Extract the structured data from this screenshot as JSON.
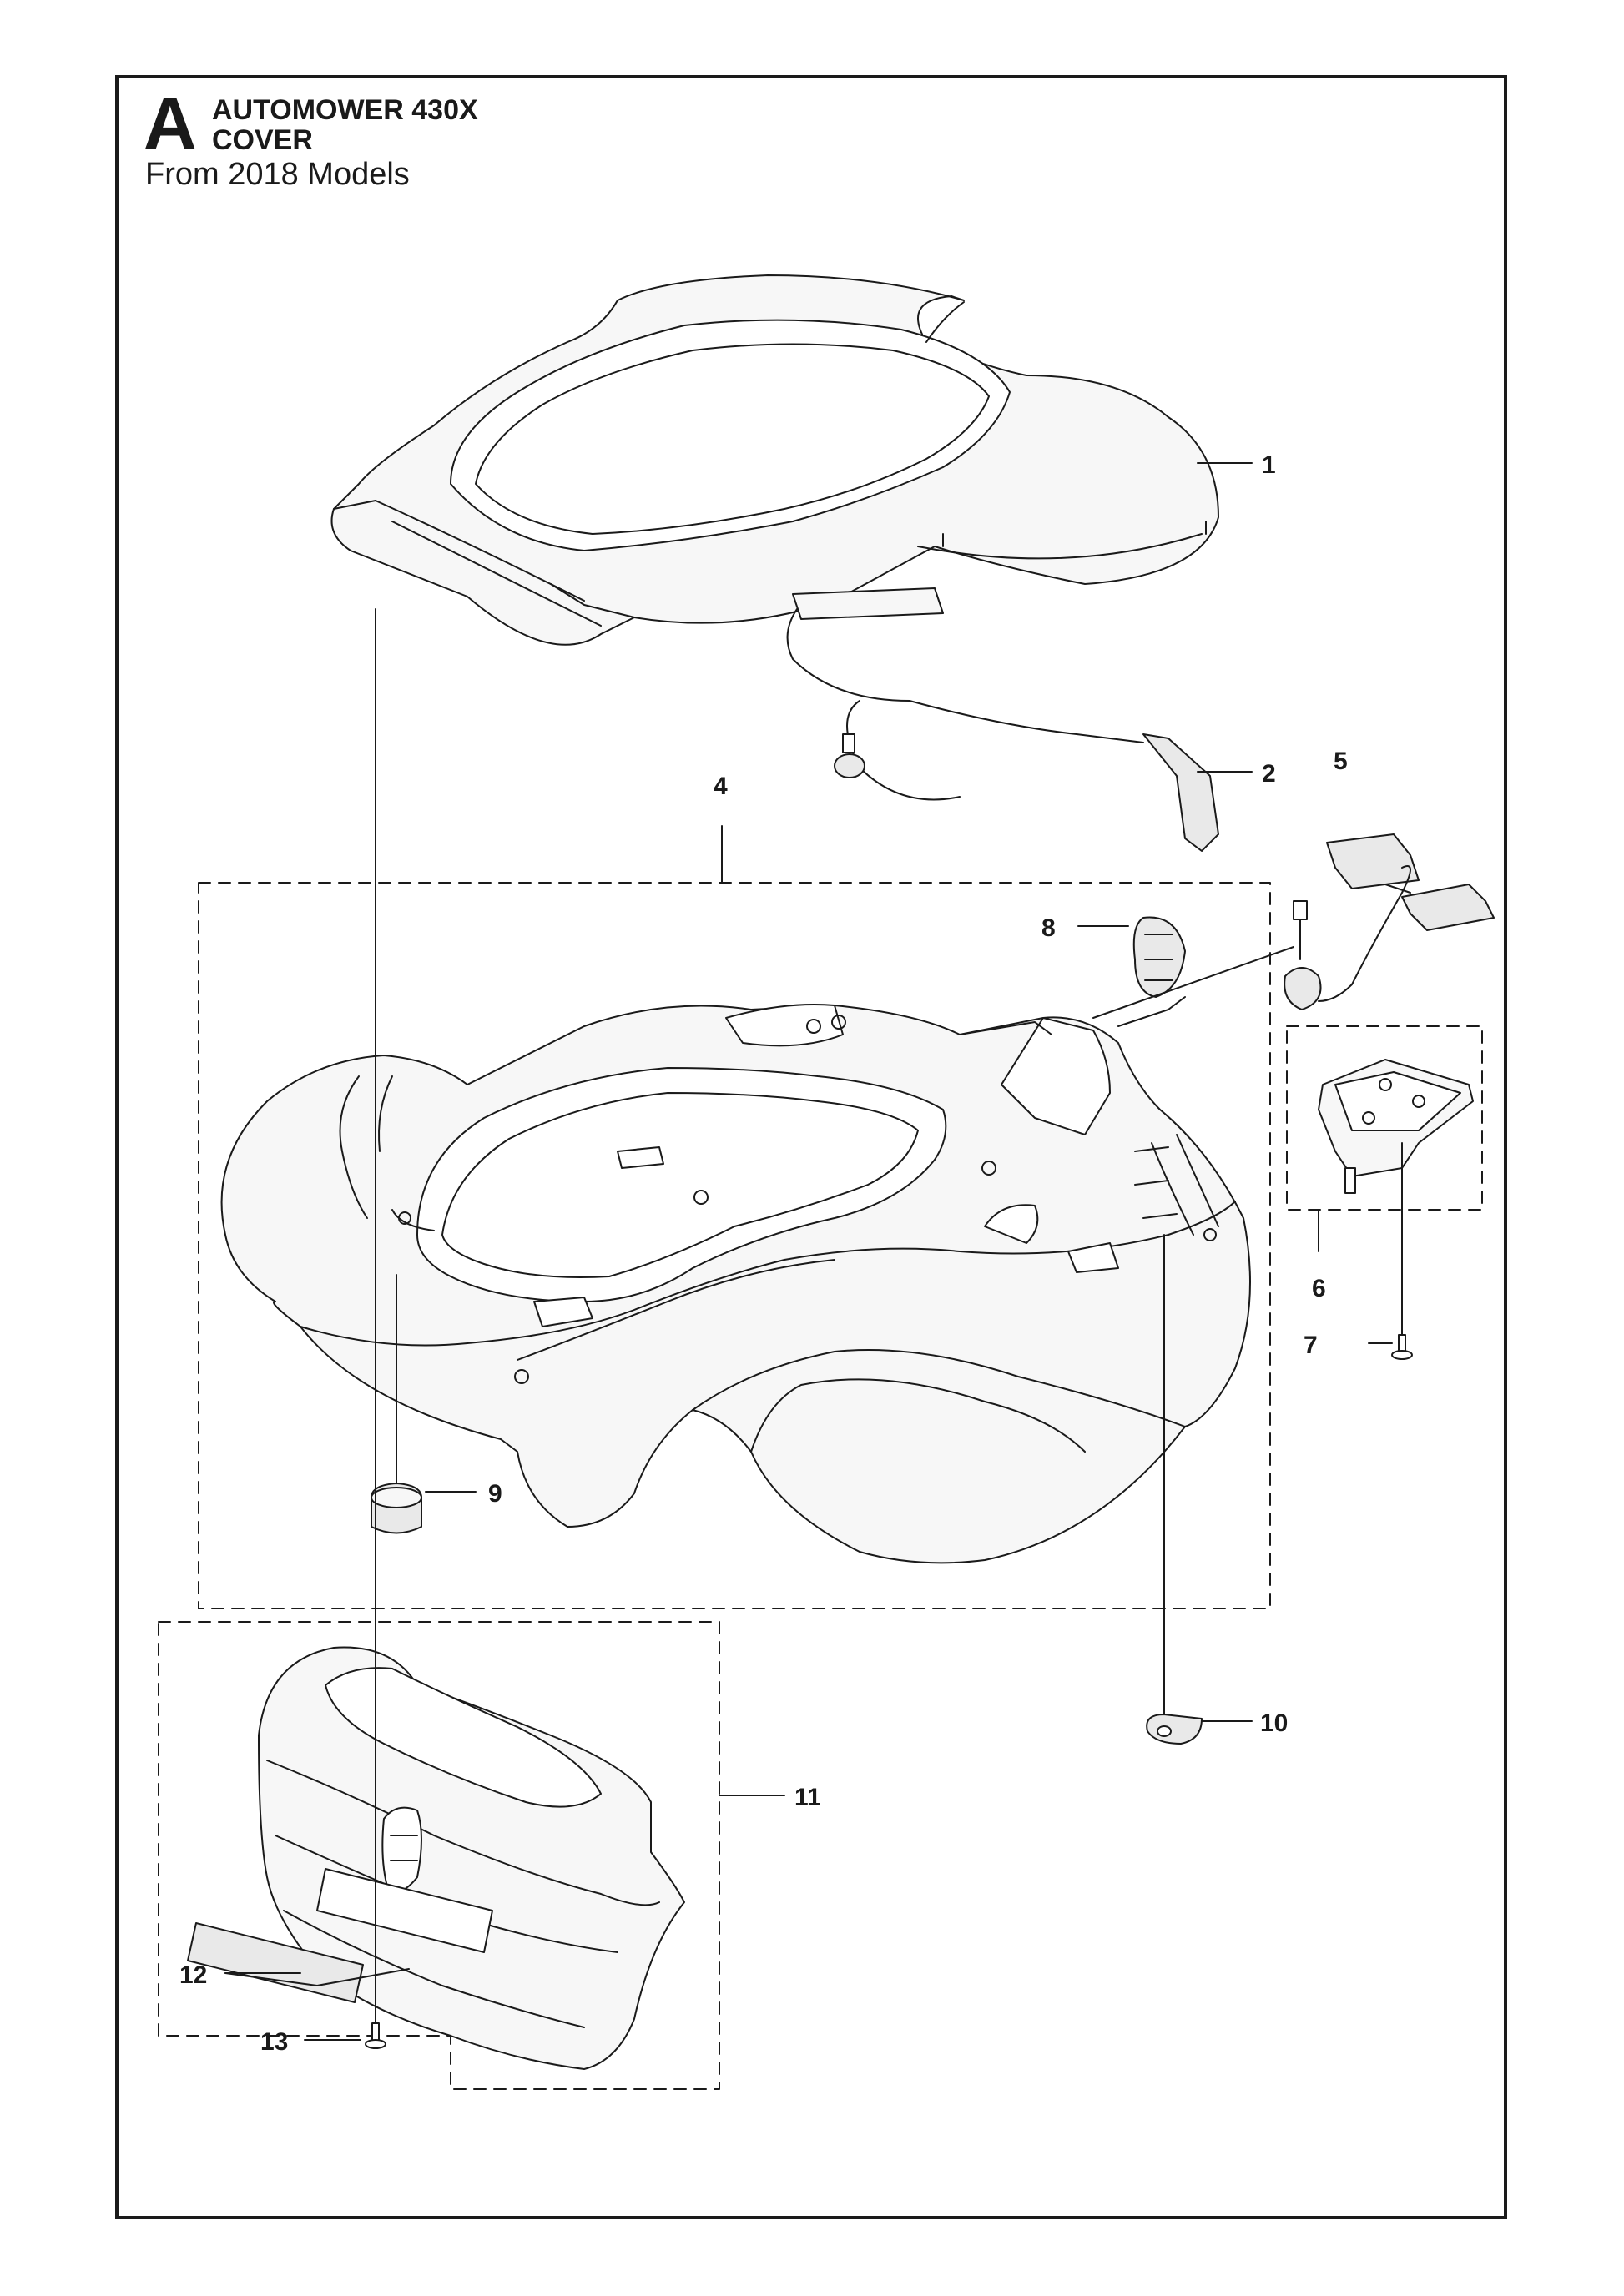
{
  "header": {
    "section_letter": "A",
    "model": "AUTOMOWER 430X",
    "assembly": "COVER",
    "subtitle": "From 2018 Models"
  },
  "callouts": [
    {
      "id": "c1",
      "label": "1"
    },
    {
      "id": "c2",
      "label": "2"
    },
    {
      "id": "c4",
      "label": "4"
    },
    {
      "id": "c5",
      "label": "5"
    },
    {
      "id": "c6",
      "label": "6"
    },
    {
      "id": "c7",
      "label": "7"
    },
    {
      "id": "c8",
      "label": "8"
    },
    {
      "id": "c9",
      "label": "9"
    },
    {
      "id": "c10",
      "label": "10"
    },
    {
      "id": "c11",
      "label": "11"
    },
    {
      "id": "c12",
      "label": "12"
    },
    {
      "id": "c13",
      "label": "13"
    }
  ],
  "colors": {
    "line": "#1a1a1a",
    "fill_light": "#f7f7f7",
    "fill_mid": "#e9e9e9"
  }
}
